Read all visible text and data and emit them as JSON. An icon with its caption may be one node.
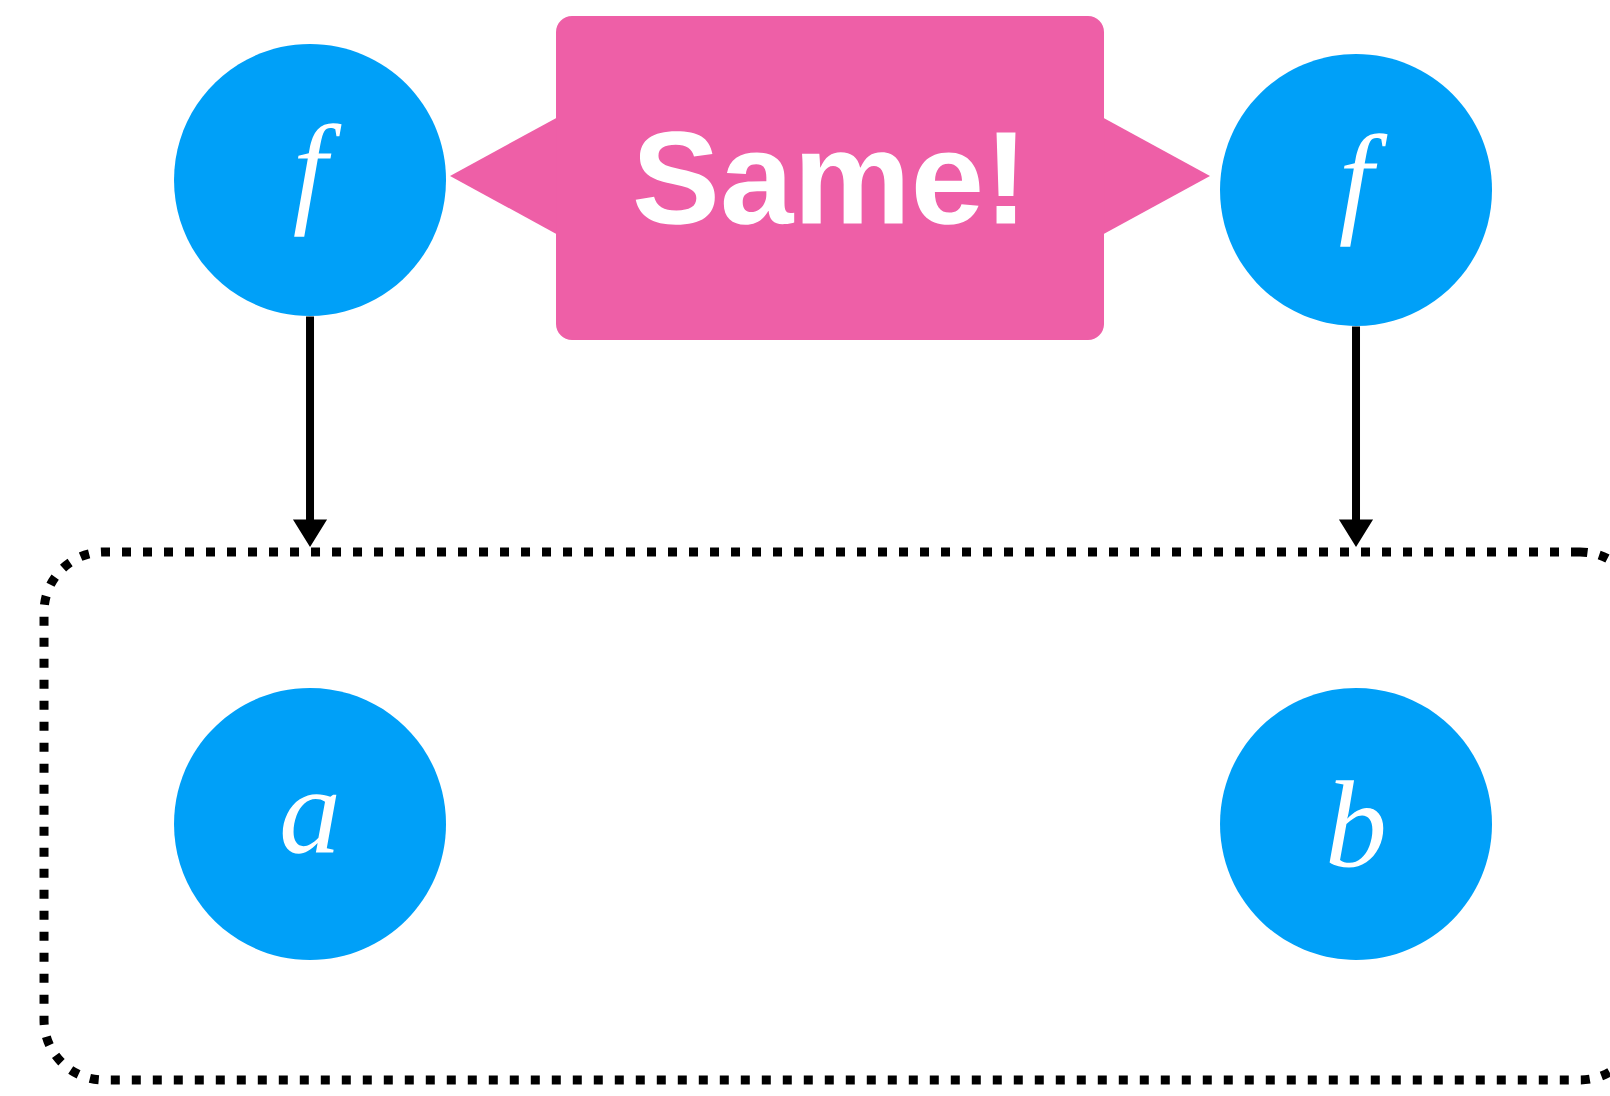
{
  "diagram": {
    "nodes": [
      {
        "text": [
          "f"
        ]
      },
      {
        "text": [
          "Same!"
        ]
      },
      {
        "text": [
          "f"
        ]
      },
      {
        "text": [],
        "shape": "box"
      },
      {
        "text": [
          "a"
        ],
        "in": 3
      },
      {
        "text": [
          "b"
        ],
        "in": 3
      }
    ],
    "edges": [
      {
        "from": 0,
        "to": 3,
        "arrow": "to"
      },
      {
        "from": 2,
        "to": 3,
        "arrow": "to"
      }
    ]
  }
}
